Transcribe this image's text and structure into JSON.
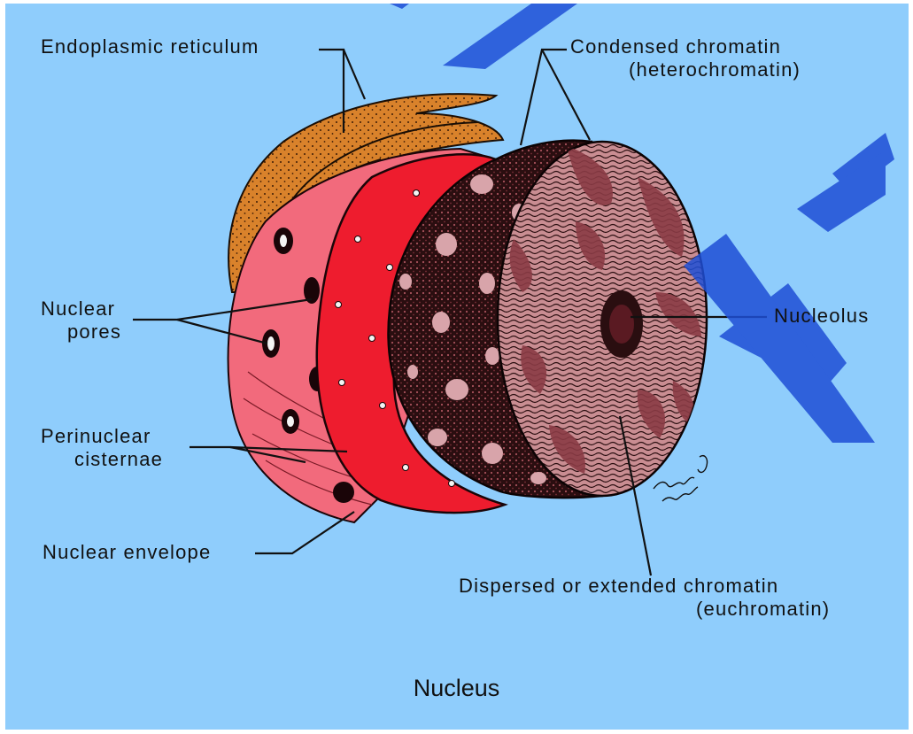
{
  "title": "Nucleus",
  "labels": {
    "endoplasmic_reticulum": "Endoplasmic reticulum",
    "condensed_chromatin_1": "Condensed chromatin",
    "condensed_chromatin_2": "(heterochromatin)",
    "nuclear_pores_1": "Nuclear",
    "nuclear_pores_2": "pores",
    "nucleolus": "Nucleolus",
    "perinuclear_cisternae_1": "Perinuclear",
    "perinuclear_cisternae_2": "cisternae",
    "nuclear_envelope": "Nuclear envelope",
    "dispersed_chromatin_1": "Dispersed or extended chromatin",
    "dispersed_chromatin_2": "(euchromatin)"
  },
  "colors": {
    "background": "#8fcdfc",
    "er": "#d9822b",
    "outer_envelope": "#f26a7c",
    "inner_envelope": "#ee1c2e",
    "chromatin_dark": "#2a0e10",
    "euchromatin": "#c98d92",
    "watermark": "#1f4fd6"
  }
}
